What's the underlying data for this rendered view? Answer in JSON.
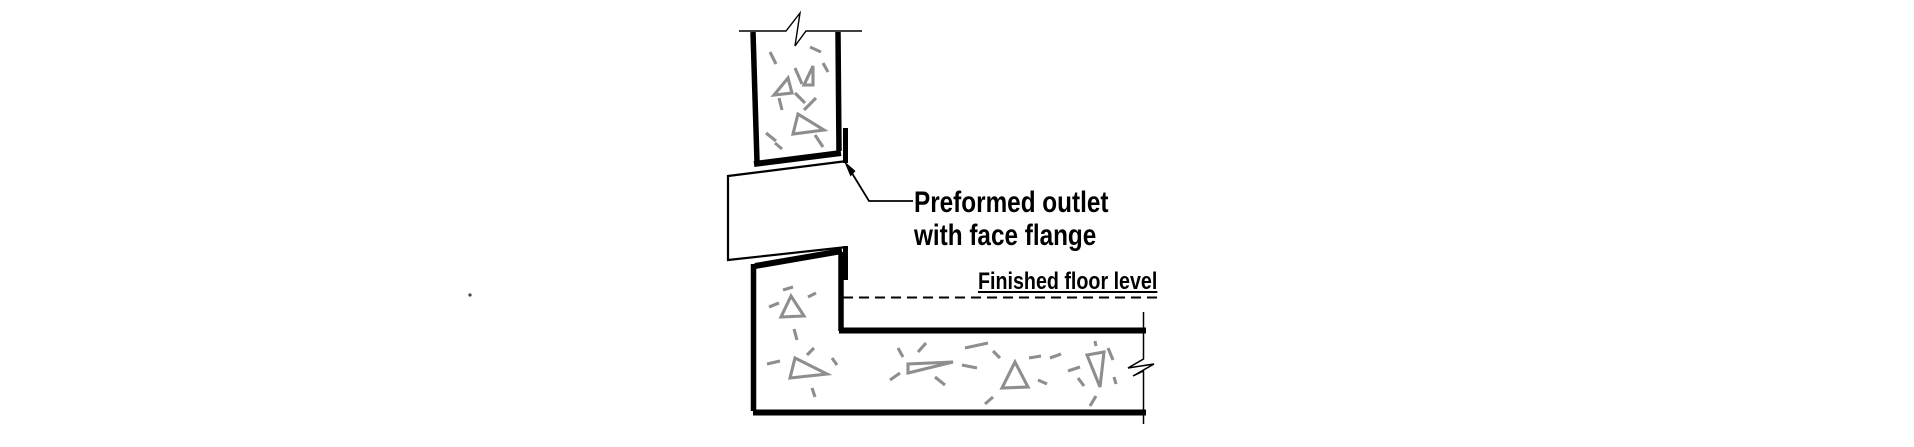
{
  "drawing": {
    "annotations": {
      "outlet": {
        "line1": "Preformed outlet",
        "line2": "with face flange"
      },
      "floor_level": {
        "text": "Finished floor level"
      }
    },
    "colors": {
      "line": "#000000",
      "aggregate": "#8e8e8e",
      "background": "#ffffff",
      "text": "#000000"
    }
  }
}
